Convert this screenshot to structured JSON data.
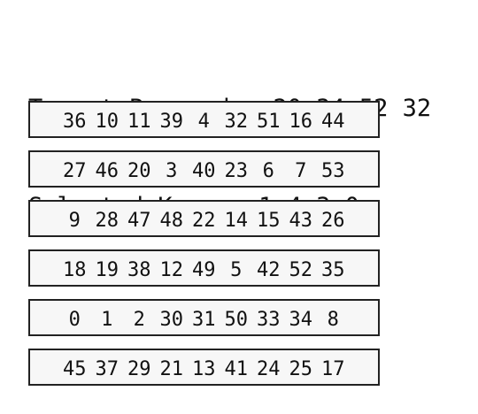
{
  "header": {
    "target_label": "Target Passcode:",
    "target_value": "20 34 52 32",
    "selected_label": "Selected Keys:",
    "selected_value": "1 4 3 0"
  },
  "rows": [
    [
      "36",
      "10",
      "11",
      "39",
      "4",
      "32",
      "51",
      "16",
      "44"
    ],
    [
      "27",
      "46",
      "20",
      "3",
      "40",
      "23",
      "6",
      "7",
      "53"
    ],
    [
      "9",
      "28",
      "47",
      "48",
      "22",
      "14",
      "15",
      "43",
      "26"
    ],
    [
      "18",
      "19",
      "38",
      "12",
      "49",
      "5",
      "42",
      "52",
      "35"
    ],
    [
      "0",
      "1",
      "2",
      "30",
      "31",
      "50",
      "33",
      "34",
      "8"
    ],
    [
      "45",
      "37",
      "29",
      "21",
      "13",
      "41",
      "24",
      "25",
      "17"
    ]
  ]
}
